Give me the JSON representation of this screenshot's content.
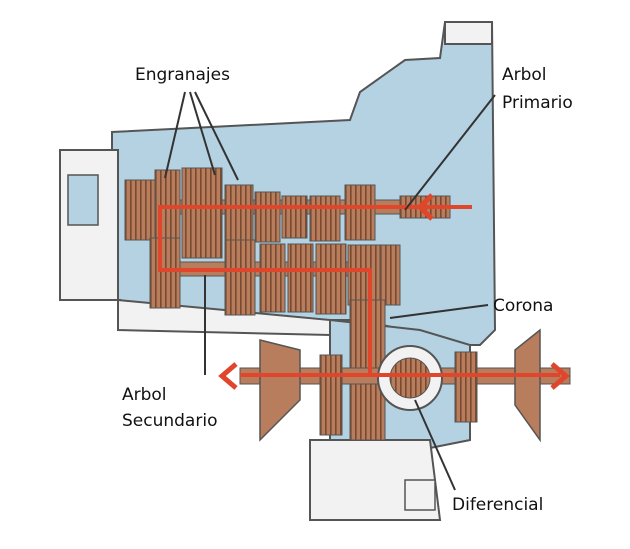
{
  "labels": {
    "engranajes": "Engranajes",
    "arbol_primario": [
      "Arbol",
      "Primario"
    ],
    "corona": "Corona",
    "arbol_secundario": [
      "Arbol",
      "Secundario"
    ],
    "diferencial": "Diferencial"
  },
  "colors": {
    "housing_fill": "#b4d2e2",
    "housing_outline": "#555555",
    "gear_fill": "#b87d5c",
    "gear_tooth": "#7a4a30",
    "power_flow": "#e0462c",
    "metal_white": "#f2f2f2",
    "leader_line": "#333333"
  }
}
